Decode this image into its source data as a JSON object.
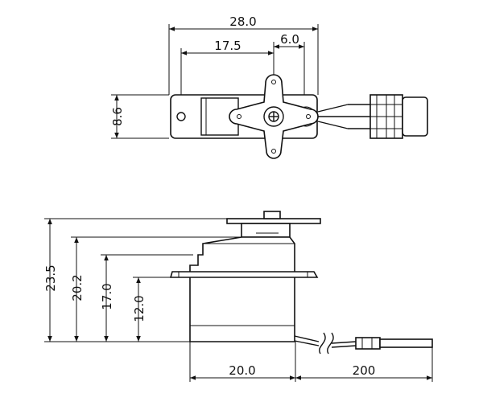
{
  "top_view": {
    "dims": {
      "overall_length": "28.0",
      "mount_to_axis": "17.5",
      "axis_to_end": "6.0",
      "thickness": "8.6"
    }
  },
  "side_view": {
    "dims": {
      "total_height": "23.5",
      "body_top_height": "20.2",
      "tab_top_height": "17.0",
      "flange_height": "12.0",
      "body_width": "20.0",
      "lead_length": "200"
    }
  }
}
